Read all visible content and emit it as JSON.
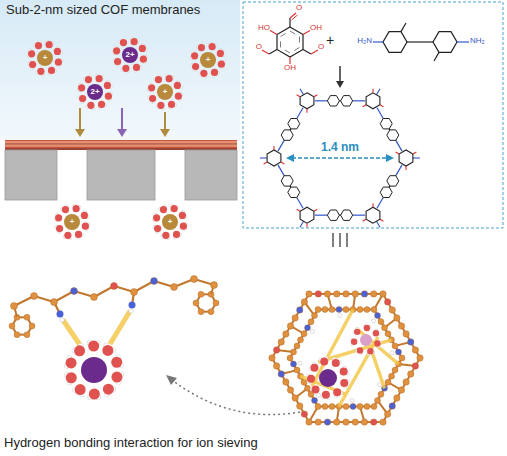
{
  "diagram": {
    "nodes": [
      {
        "text": [
          "+"
        ]
      },
      {
        "text": [
          "2+"
        ]
      },
      {
        "text": [
          "+"
        ]
      },
      {
        "text": [
          "2+"
        ]
      },
      {
        "text": [
          "+"
        ]
      },
      {
        "text": [
          "+"
        ]
      },
      {
        "text": [
          "+"
        ]
      }
    ],
    "labels": [
      "Sub-2-nm sized COF membranes",
      "O",
      "O",
      "O",
      "HO",
      "OH",
      "OH",
      "+",
      "H₂N",
      "NH₂",
      "1.4 nm",
      "Hydrogen bonding interaction for ion sieving"
    ]
  }
}
